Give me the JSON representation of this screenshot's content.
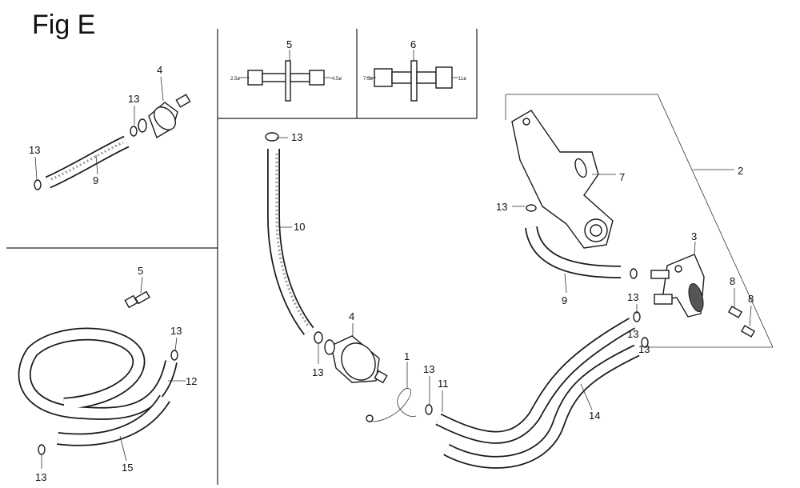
{
  "figure": {
    "title": "Fig E"
  },
  "callouts": {
    "c1": "1",
    "c2": "2",
    "c3": "3",
    "c4_left": "4",
    "c4_main": "4",
    "c5_top": "5",
    "c5_left": "5",
    "c6_top": "6",
    "c7": "7",
    "c8_a": "8",
    "c8_b": "8",
    "c9_left": "9",
    "c9_right": "9",
    "c10": "10",
    "c11": "11",
    "c12": "12",
    "c13_a": "13",
    "c13_b": "13",
    "c13_c": "13",
    "c13_d": "13",
    "c13_e": "13",
    "c13_f": "13",
    "c13_g": "13",
    "c13_h": "13",
    "c13_i": "13",
    "c13_j": "13",
    "c13_k": "13",
    "c14": "14",
    "c15": "15"
  },
  "dimension_notes": {
    "d5_left": "2.5ø",
    "d5_right": "4.5ø",
    "d6_left": "7.5ø",
    "d6_right": "11ø"
  }
}
